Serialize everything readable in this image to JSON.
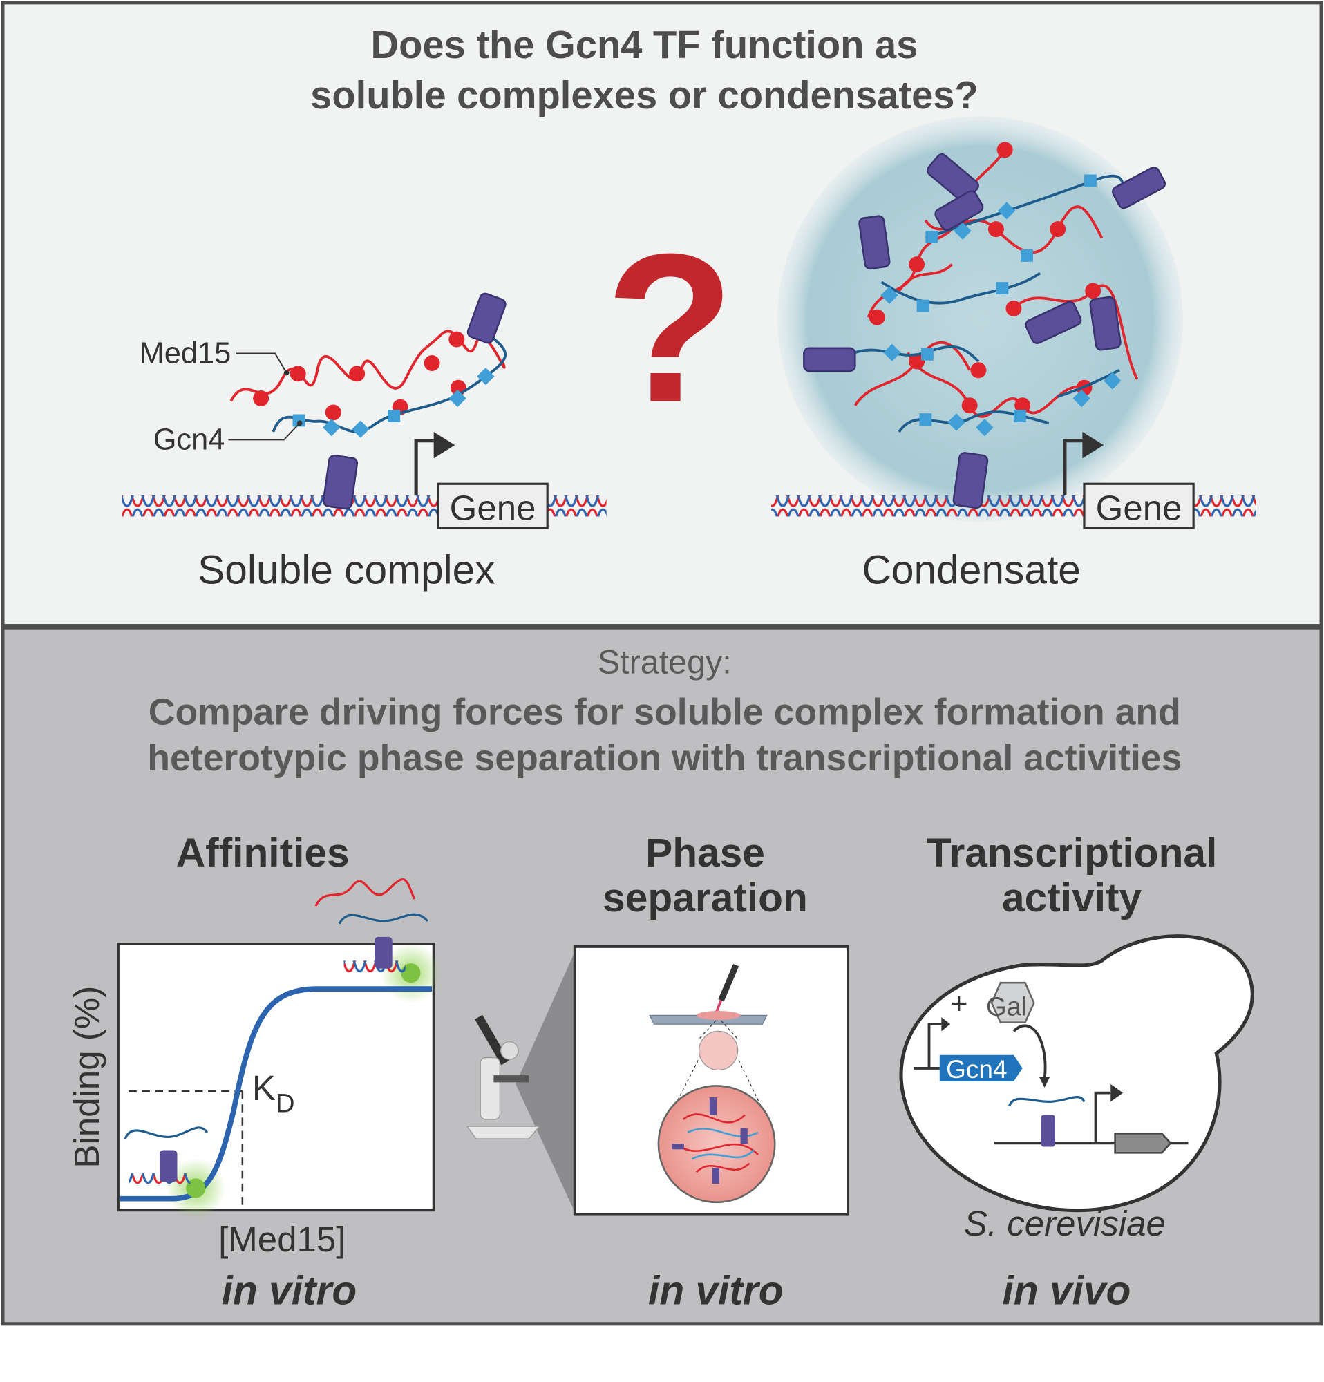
{
  "top": {
    "title_line1": "Does the Gcn4 TF function as",
    "title_line2": "soluble complexes or condensates?",
    "label_med15": "Med15",
    "label_gcn4": "Gcn4",
    "gene_label_left": "Gene",
    "gene_label_right": "Gene",
    "soluble_caption": "Soluble complex",
    "condensate_caption": "Condensate",
    "question_mark": "?"
  },
  "bottom": {
    "strategy_label": "Strategy:",
    "strategy_line1": "Compare driving forces for soluble complex formation and",
    "strategy_line2": "heterotypic phase separation with transcriptional activities",
    "affinities": {
      "heading": "Affinities",
      "ylabel": "Binding (%)",
      "xlabel": "[Med15]",
      "kd_label": "K",
      "kd_sub": "D",
      "context": "in vitro"
    },
    "phase": {
      "heading_line1": "Phase",
      "heading_line2": "separation",
      "context": "in vitro"
    },
    "transcription": {
      "heading_line1": "Transcriptional",
      "heading_line2": "activity",
      "gal_label": "Gal",
      "plus": "+",
      "gcn4_label": "Gcn4",
      "organism": "S. cerevisiae",
      "context": "in vivo"
    }
  },
  "colors": {
    "top_bg": "#f1f2f2",
    "bottom_bg": "#bfbfc1",
    "med15_red": "#e0252d",
    "gcn4_blue": "#3f9fd6",
    "dbd_purple": "#5b4f9a",
    "curve_blue": "#2c64b0",
    "question_red": "#c1272d"
  }
}
